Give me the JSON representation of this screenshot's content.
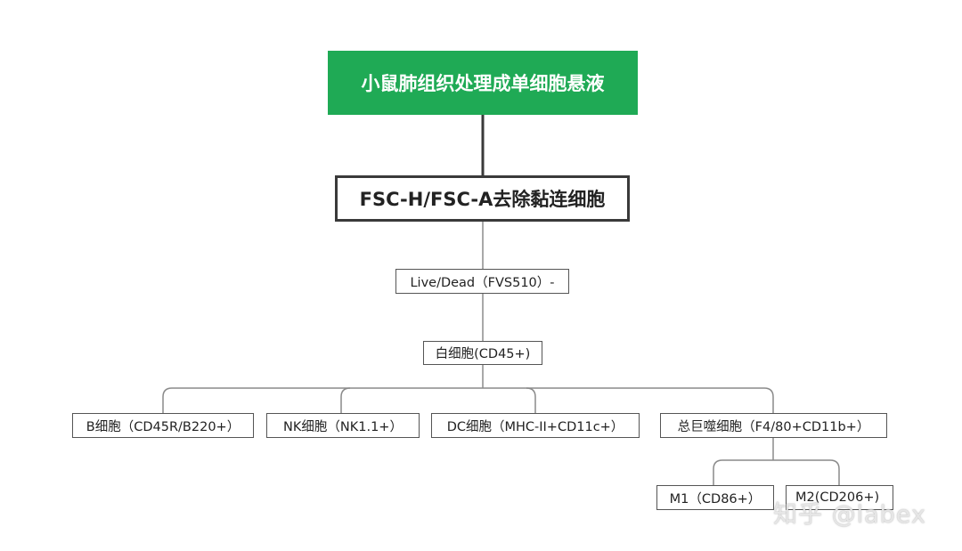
{
  "flowchart": {
    "root": "小鼠肺组织处理成单细胞悬液",
    "gate": "FSC-H/FSC-A去除黏连细胞",
    "live_dead": "Live/Dead（FVS510）-",
    "leukocyte": "白细胞(CD45+)",
    "b_cell": "B细胞（CD45R/B220+）",
    "nk_cell": "NK细胞（NK1.1+）",
    "dc_cell": "DC细胞（MHC-II+CD11c+）",
    "macrophage": "总巨噬细胞（F4/80+CD11b+）",
    "m1": "M1（CD86+）",
    "m2": "M2(CD206+)"
  },
  "watermark": "知乎 @labex",
  "colors": {
    "root_fill": "#1faa55",
    "root_text": "#ffffff",
    "line_dark": "#3a3a3a",
    "line_light": "#8a8a8a",
    "box_border": "#555555"
  }
}
